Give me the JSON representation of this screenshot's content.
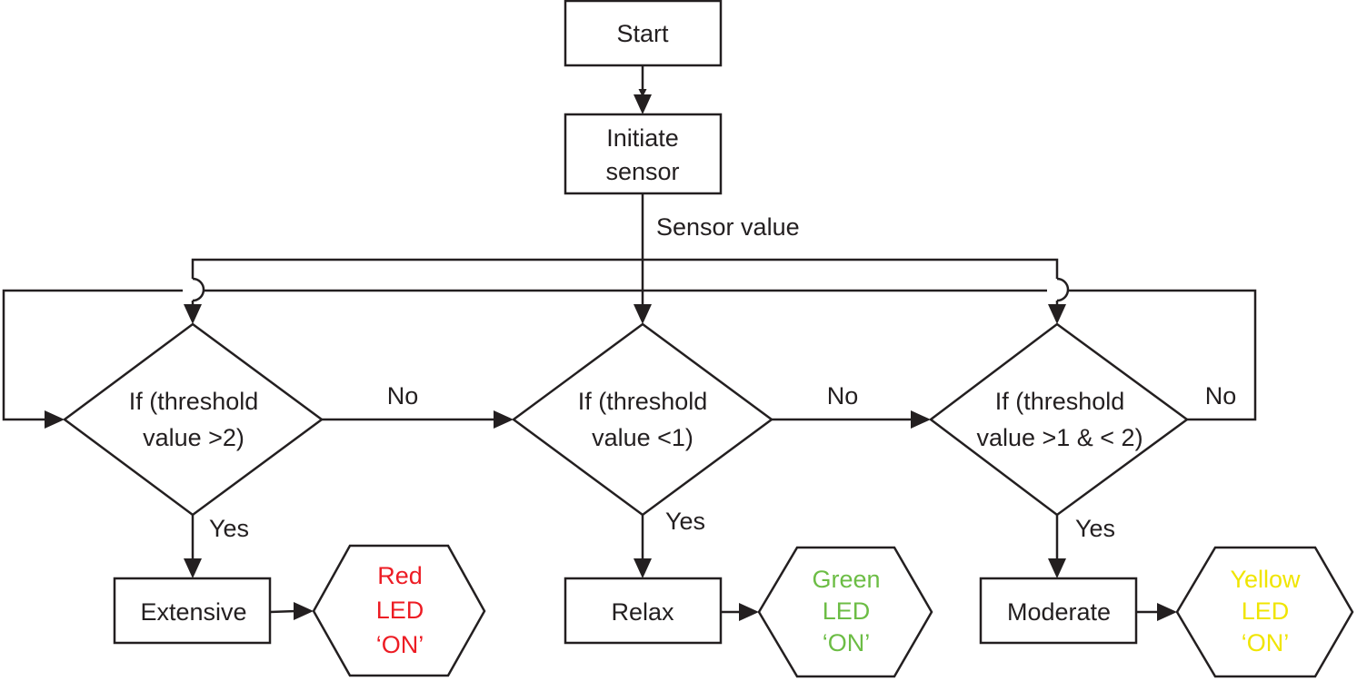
{
  "nodes": {
    "start": {
      "label": "Start"
    },
    "initiate": {
      "lines": [
        "Initiate",
        "sensor"
      ]
    },
    "decision_high": {
      "lines": [
        "If (threshold",
        "value >2)"
      ]
    },
    "decision_low": {
      "lines": [
        "If (threshold",
        "value <1)"
      ]
    },
    "decision_mid": {
      "lines": [
        "If (threshold",
        "value >1 & < 2)"
      ]
    },
    "extensive": {
      "label": "Extensive"
    },
    "relax": {
      "label": "Relax"
    },
    "moderate": {
      "label": "Moderate"
    },
    "red_led": {
      "lines": [
        "Red",
        "LED",
        "‘ON’"
      ],
      "color": "#ed1c24"
    },
    "green_led": {
      "lines": [
        "Green",
        "LED",
        "‘ON’"
      ],
      "color": "#6cbd45"
    },
    "yellow_led": {
      "lines": [
        "Yellow",
        "LED",
        "‘ON’"
      ],
      "color": "#f0e500"
    }
  },
  "edge_labels": {
    "sensor_value": "Sensor value",
    "no_1": "No",
    "no_2": "No",
    "no_3": "No",
    "yes_1": "Yes",
    "yes_2": "Yes",
    "yes_3": "Yes"
  },
  "colors": {
    "line": "#231f20",
    "background": "#ffffff"
  }
}
